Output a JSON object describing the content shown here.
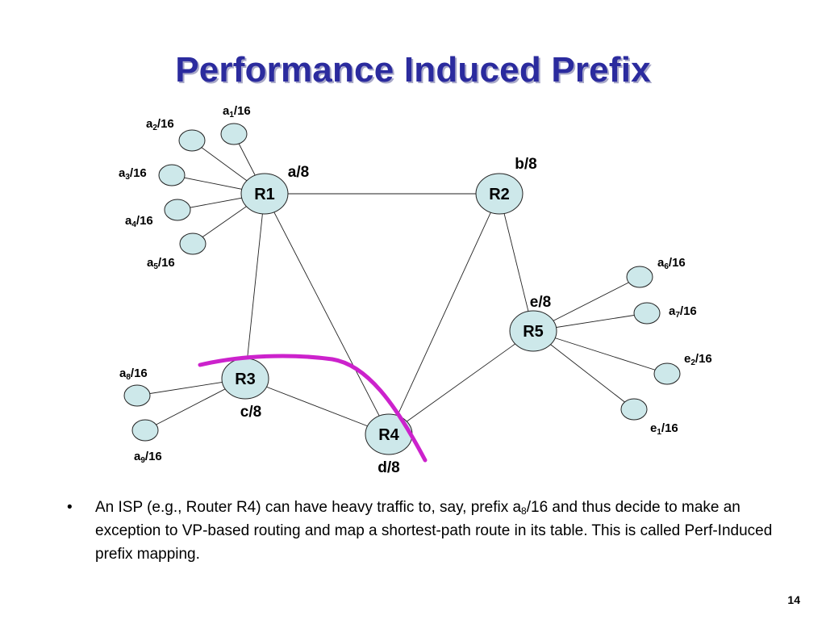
{
  "title": "Performance Induced Prefix",
  "diagram": {
    "routers": [
      {
        "id": "R1",
        "label": "R1",
        "prefix": "a/8"
      },
      {
        "id": "R2",
        "label": "R2",
        "prefix": "b/8"
      },
      {
        "id": "R3",
        "label": "R3",
        "prefix": "c/8"
      },
      {
        "id": "R4",
        "label": "R4",
        "prefix": "d/8"
      },
      {
        "id": "R5",
        "label": "R5",
        "prefix": "e/8"
      }
    ],
    "router_links": [
      [
        "R1",
        "R2"
      ],
      [
        "R1",
        "R3"
      ],
      [
        "R1",
        "R4"
      ],
      [
        "R2",
        "R4"
      ],
      [
        "R2",
        "R5"
      ],
      [
        "R3",
        "R4"
      ],
      [
        "R4",
        "R5"
      ]
    ],
    "leaves": [
      {
        "id": "a1",
        "base": "a",
        "sub": "1",
        "suffix": "/16",
        "router": "R1"
      },
      {
        "id": "a2",
        "base": "a",
        "sub": "2",
        "suffix": "/16",
        "router": "R1"
      },
      {
        "id": "a3",
        "base": "a",
        "sub": "3",
        "suffix": "/16",
        "router": "R1"
      },
      {
        "id": "a4",
        "base": "a",
        "sub": "4",
        "suffix": "/16",
        "router": "R1"
      },
      {
        "id": "a5",
        "base": "a",
        "sub": "5",
        "suffix": "/16",
        "router": "R1"
      },
      {
        "id": "a6",
        "base": "a",
        "sub": "6",
        "suffix": "/16",
        "router": "R5"
      },
      {
        "id": "a7",
        "base": "a",
        "sub": "7",
        "suffix": "/16",
        "router": "R5"
      },
      {
        "id": "e2",
        "base": "e",
        "sub": "2",
        "suffix": "/16",
        "router": "R5"
      },
      {
        "id": "e1",
        "base": "e",
        "sub": "1",
        "suffix": "/16",
        "router": "R5"
      },
      {
        "id": "a8",
        "base": "a",
        "sub": "8",
        "suffix": "/16",
        "router": "R3"
      },
      {
        "id": "a9",
        "base": "a",
        "sub": "9",
        "suffix": "/16",
        "router": "R3"
      }
    ],
    "cut_color": "#cc22cc",
    "node_fill": "#cde8ea"
  },
  "body": {
    "bullet": "•",
    "text_before_sub": "An ISP (e.g., Router R4) can have heavy traffic to, say, prefix a",
    "sub": "8",
    "text_after_sub": "/16 and thus decide to make an exception to VP-based routing and map a shortest-path route in its table. This is called Perf-Induced prefix mapping."
  },
  "page_number": "14"
}
